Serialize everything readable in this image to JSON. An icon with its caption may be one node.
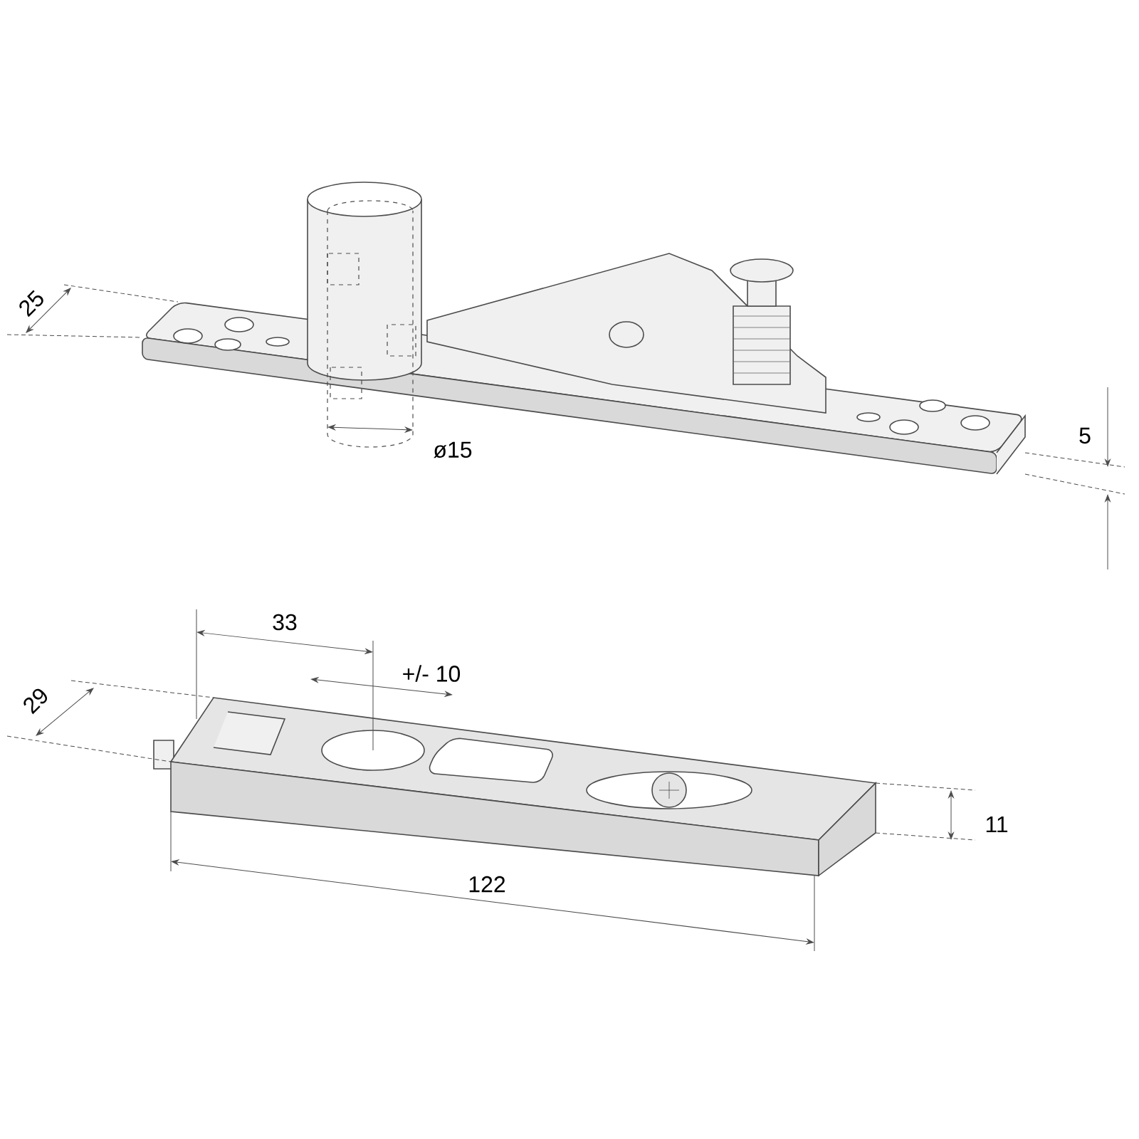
{
  "diagram": {
    "labels": [
      "25",
      "5",
      "ø15",
      "33",
      "+/- 10",
      "29",
      "11",
      "122"
    ]
  }
}
